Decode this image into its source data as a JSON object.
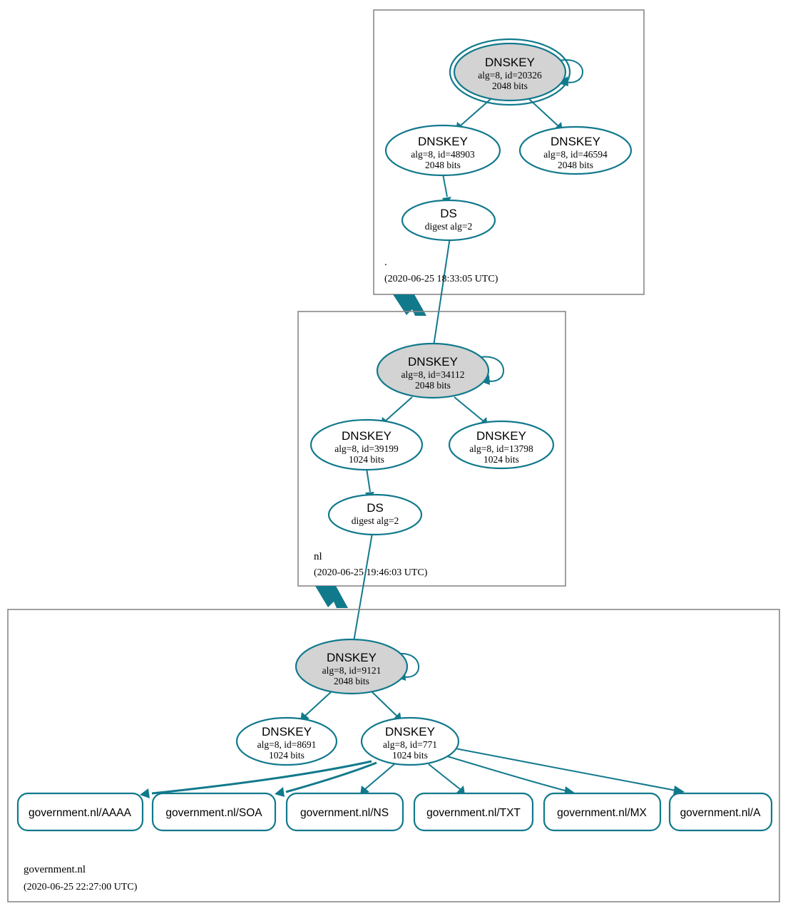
{
  "diagram": {
    "kind": "dnssec-chain-of-trust",
    "colors": {
      "accent": "#11798c",
      "secure_key_fill": "#d3d3d3",
      "zone_border": "#888888",
      "node_fill": "#ffffff",
      "text": "#000000"
    }
  },
  "zones": [
    {
      "id": "root",
      "name": ".",
      "timestamp": "(2020-06-25 18:33:05 UTC)",
      "nodes": [
        {
          "id": "root-ksk",
          "type": "DNSKEY",
          "title": "DNSKEY",
          "detail1": "alg=8, id=20326",
          "detail2": "2048 bits",
          "trust_anchor": true,
          "secure": true,
          "self_signed": true
        },
        {
          "id": "root-zsk-48903",
          "type": "DNSKEY",
          "title": "DNSKEY",
          "detail1": "alg=8, id=48903",
          "detail2": "2048 bits",
          "trust_anchor": false,
          "secure": false,
          "self_signed": false
        },
        {
          "id": "root-zsk-46594",
          "type": "DNSKEY",
          "title": "DNSKEY",
          "detail1": "alg=8, id=46594",
          "detail2": "2048 bits",
          "trust_anchor": false,
          "secure": false,
          "self_signed": false
        },
        {
          "id": "root-ds",
          "type": "DS",
          "title": "DS",
          "detail1": "digest alg=2",
          "detail2": "",
          "trust_anchor": false,
          "secure": false,
          "self_signed": false
        }
      ]
    },
    {
      "id": "nl",
      "name": "nl",
      "timestamp": "(2020-06-25 19:46:03 UTC)",
      "nodes": [
        {
          "id": "nl-ksk",
          "type": "DNSKEY",
          "title": "DNSKEY",
          "detail1": "alg=8, id=34112",
          "detail2": "2048 bits",
          "trust_anchor": false,
          "secure": true,
          "self_signed": true
        },
        {
          "id": "nl-zsk-39199",
          "type": "DNSKEY",
          "title": "DNSKEY",
          "detail1": "alg=8, id=39199",
          "detail2": "1024 bits",
          "trust_anchor": false,
          "secure": false,
          "self_signed": false
        },
        {
          "id": "nl-zsk-13798",
          "type": "DNSKEY",
          "title": "DNSKEY",
          "detail1": "alg=8, id=13798",
          "detail2": "1024 bits",
          "trust_anchor": false,
          "secure": false,
          "self_signed": false
        },
        {
          "id": "nl-ds",
          "type": "DS",
          "title": "DS",
          "detail1": "digest alg=2",
          "detail2": "",
          "trust_anchor": false,
          "secure": false,
          "self_signed": false
        }
      ]
    },
    {
      "id": "government-nl",
      "name": "government.nl",
      "timestamp": "(2020-06-25 22:27:00 UTC)",
      "nodes": [
        {
          "id": "gov-ksk",
          "type": "DNSKEY",
          "title": "DNSKEY",
          "detail1": "alg=8, id=9121",
          "detail2": "2048 bits",
          "trust_anchor": false,
          "secure": true,
          "self_signed": true
        },
        {
          "id": "gov-zsk-8691",
          "type": "DNSKEY",
          "title": "DNSKEY",
          "detail1": "alg=8, id=8691",
          "detail2": "1024 bits",
          "trust_anchor": false,
          "secure": false,
          "self_signed": false
        },
        {
          "id": "gov-zsk-771",
          "type": "DNSKEY",
          "title": "DNSKEY",
          "detail1": "alg=8, id=771",
          "detail2": "1024 bits",
          "trust_anchor": false,
          "secure": false,
          "self_signed": false
        }
      ],
      "rrsets": [
        {
          "id": "rr-aaaa",
          "label": "government.nl/AAAA"
        },
        {
          "id": "rr-soa",
          "label": "government.nl/SOA"
        },
        {
          "id": "rr-ns",
          "label": "government.nl/NS"
        },
        {
          "id": "rr-txt",
          "label": "government.nl/TXT"
        },
        {
          "id": "rr-mx",
          "label": "government.nl/MX"
        },
        {
          "id": "rr-a",
          "label": "government.nl/A"
        }
      ]
    }
  ]
}
